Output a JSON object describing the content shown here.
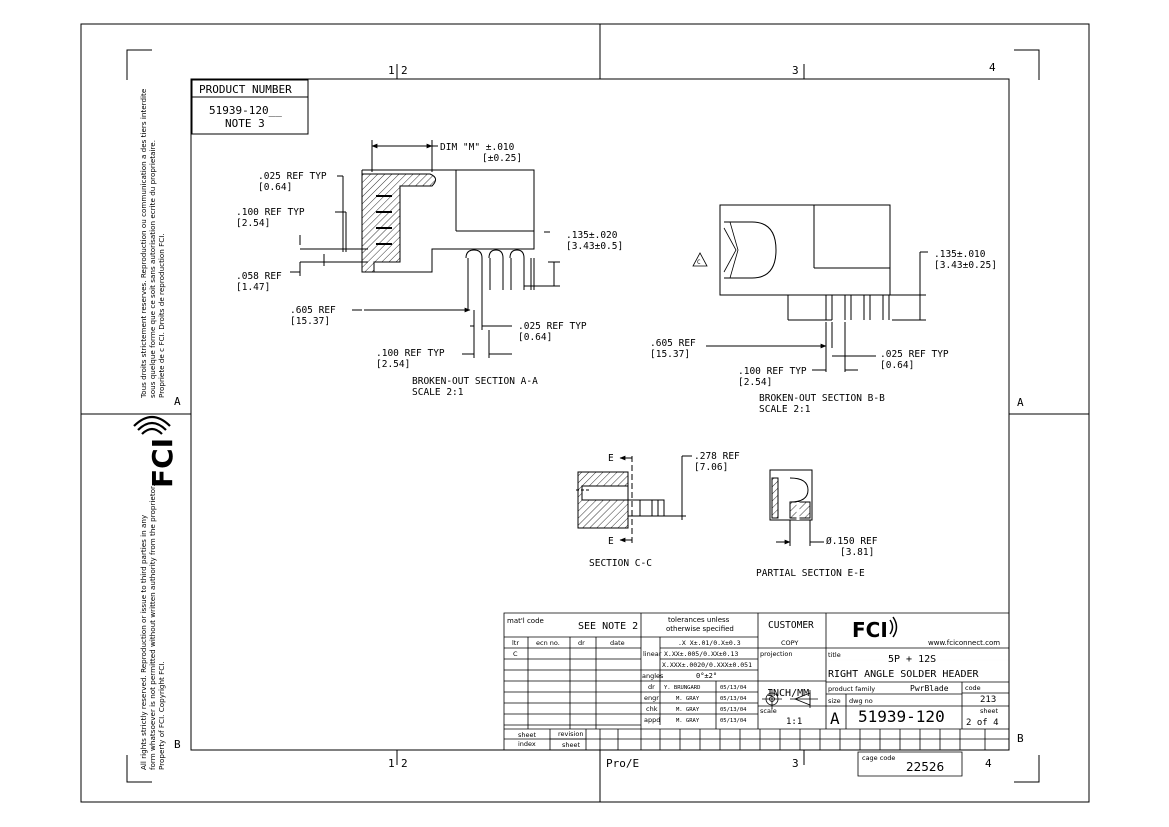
{
  "border": {
    "top_zones": [
      "1",
      "2",
      "3",
      "4"
    ],
    "bottom_zones": [
      "1",
      "2",
      "3",
      "4"
    ],
    "left_zones": [
      "A",
      "B"
    ],
    "right_zones": [
      "A",
      "B"
    ],
    "bottom_center_label": "Pro/E"
  },
  "margin_notes": {
    "french": [
      "Tous droits strictement reserves. Reproduction ou communication a des tiers interdite",
      "sous quelque forme que ce soit sans autorisation ecrite du proprietaire.",
      "Propriete de c FCI.  Droits de reproduction FCI."
    ],
    "english": [
      "All rights strictly reserved.  Reproduction or issue to third parties in any",
      "form whatsoever is not permitted without written authority from the proprietor.",
      "Property of FCI.  Copyright FCI."
    ],
    "logo_text": "FCI"
  },
  "product_box": {
    "header": "PRODUCT NUMBER",
    "number": "51939-120__",
    "note": "NOTE 3"
  },
  "section_aa": {
    "dim_m": "DIM \"M\" ±.010",
    "dim_m_mm": "[±0.25]",
    "d025_ref_typ": ".025  REF TYP",
    "d025_ref_typ_mm": "[0.64]",
    "d100_ref_typ": ".100  REF TYP",
    "d100_ref_typ_mm": "[2.54]",
    "d058_ref": ".058  REF",
    "d058_ref_mm": "[1.47]",
    "d135": ".135±.020",
    "d135_mm": "[3.43±0.5]",
    "d605_ref": ".605  REF",
    "d605_ref_mm": "[15.37]",
    "d025b": ".025  REF TYP",
    "d025b_mm": "[0.64]",
    "d100b": ".100  REF TYP",
    "d100b_mm": "[2.54]",
    "caption": "BROKEN-OUT SECTION  A-A",
    "scale": "SCALE  2:1"
  },
  "section_bb": {
    "marker": "C",
    "d135": ".135±.010",
    "d135_mm": "[3.43±0.25]",
    "d605_ref": ".605  REF",
    "d605_ref_mm": "[15.37]",
    "d100": ".100  REF TYP",
    "d100_mm": "[2.54]",
    "d025": ".025  REF TYP",
    "d025_mm": "[0.64]",
    "caption": "BROKEN-OUT SECTION  B-B",
    "scale": "SCALE  2:1"
  },
  "section_cc": {
    "e_top": "E",
    "e_bottom": "E",
    "d278": ".278  REF",
    "d278_mm": "[7.06]",
    "caption": "SECTION  C-C"
  },
  "section_ee": {
    "d150": "Ø.150  REF",
    "d150_mm": "[3.81]",
    "caption": "PARTIAL SECTION  E-E"
  },
  "title_block": {
    "matl_code_label": "mat'l code",
    "matl_code_value": "SEE NOTE 2",
    "tolerances_line1": "tolerances unless",
    "tolerances_line2": "otherwise specified",
    "rev_headers": [
      "ltr",
      "ecn no.",
      "dr",
      "date"
    ],
    "rev_rows": [
      [
        "C",
        "",
        "",
        ""
      ]
    ],
    "linear_label": "linear",
    "linear_values": [
      ".X X±.01/0.X±0.3",
      "X.XX±.005/0.XX±0.13",
      "X.XXX±.0020/0.XXX±0.051"
    ],
    "angles_label": "angles",
    "angles_value": "0°±2°",
    "sign_rows": [
      {
        "label": "dr",
        "name": "Y. BRUNGARD",
        "date": "05/13/04"
      },
      {
        "label": "engr",
        "name": "M. GRAY",
        "date": "05/13/04"
      },
      {
        "label": "chk",
        "name": "M. GRAY",
        "date": "05/13/04"
      },
      {
        "label": "appd",
        "name": "M. GRAY",
        "date": "05/13/04"
      }
    ],
    "customer_label": "CUSTOMER",
    "customer_copy": "COPY",
    "projection_label": "projection",
    "units": "INCH/MM",
    "scale_label": "scale",
    "scale_value": "1:1",
    "logo_text": "FCI",
    "website": "www.fciconnect.com",
    "title_label": "title",
    "title_line1": "5P + 12S",
    "title_line2": "RIGHT ANGLE SOLDER HEADER",
    "product_family_label": "product family",
    "product_family_value": "PwrBlade",
    "code_label": "code",
    "code_value": "213",
    "size_label": "size",
    "size_value": "A",
    "dwg_no_label": "dwg no",
    "dwg_no_value": "51939-120",
    "sheet_label": "sheet",
    "sheet_value": "2 of 4",
    "sheet_index_label": "sheet\nindex",
    "revision_label": "revision",
    "sheet_small_label": "sheet",
    "cage_code_label": "cage code",
    "cage_code_value": "22526"
  }
}
